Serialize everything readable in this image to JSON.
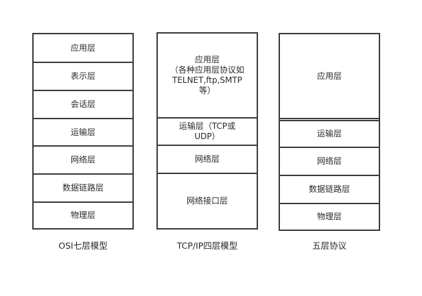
{
  "osi": {
    "caption": "OSI七层模型",
    "layers": [
      "应用层",
      "表示层",
      "会话层",
      "运输层",
      "网络层",
      "数据链路层",
      "物理层"
    ]
  },
  "tcpip": {
    "caption": "TCP/IP四层模型",
    "application": {
      "title": "应用层",
      "detail_lines": [
        "（各种应用层协议如",
        "TELNET,ftp,SMTP",
        "等）"
      ]
    },
    "transport_lines": [
      "运输层（TCP或",
      "UDP）"
    ],
    "network": "网络层",
    "link": "网络接口层"
  },
  "five": {
    "caption": "五层协议",
    "layers": [
      "应用层",
      "运输层",
      "网络层",
      "数据链路层",
      "物理层"
    ]
  }
}
